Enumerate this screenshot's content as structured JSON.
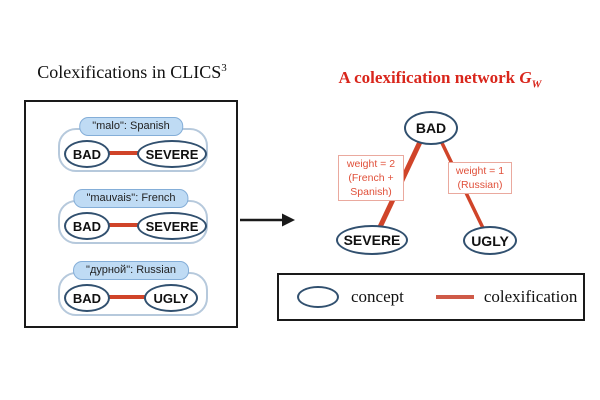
{
  "figure": {
    "left": {
      "title": "Colexifications in CLICS",
      "title_superscript": "3",
      "groups": [
        {
          "label": "\"malo\": Spanish",
          "node_a": "BAD",
          "node_b": "SEVERE"
        },
        {
          "label": "\"mauvais\": French",
          "node_a": "BAD",
          "node_b": "SEVERE"
        },
        {
          "label": "\"дурной\": Russian",
          "node_a": "BAD",
          "node_b": "UGLY"
        }
      ]
    },
    "right": {
      "title_text": "A colexification network",
      "title_var": "G",
      "title_var_sub": "W",
      "nodes": {
        "top": "BAD",
        "bottom_left": "SEVERE",
        "bottom_right": "UGLY"
      },
      "edge_labels": [
        {
          "line1": "weight = 2",
          "line2": "(French +",
          "line3": "Spanish)"
        },
        {
          "line1": "weight = 1",
          "line2": "(Russian)"
        }
      ]
    },
    "legend": {
      "concept": "concept",
      "colexification": "colexification"
    },
    "colors": {
      "edge_red": "#d04429",
      "title_red": "#d9261c",
      "node_border_navy": "#31506f",
      "pill_fill": "#bfdbf4",
      "pill_border": "#84aed8",
      "group_border": "#b6c9dc",
      "weight_text_red": "#e0503a",
      "weight_box_border": "#eaa99e",
      "frame_black": "#1a1a1a"
    }
  }
}
